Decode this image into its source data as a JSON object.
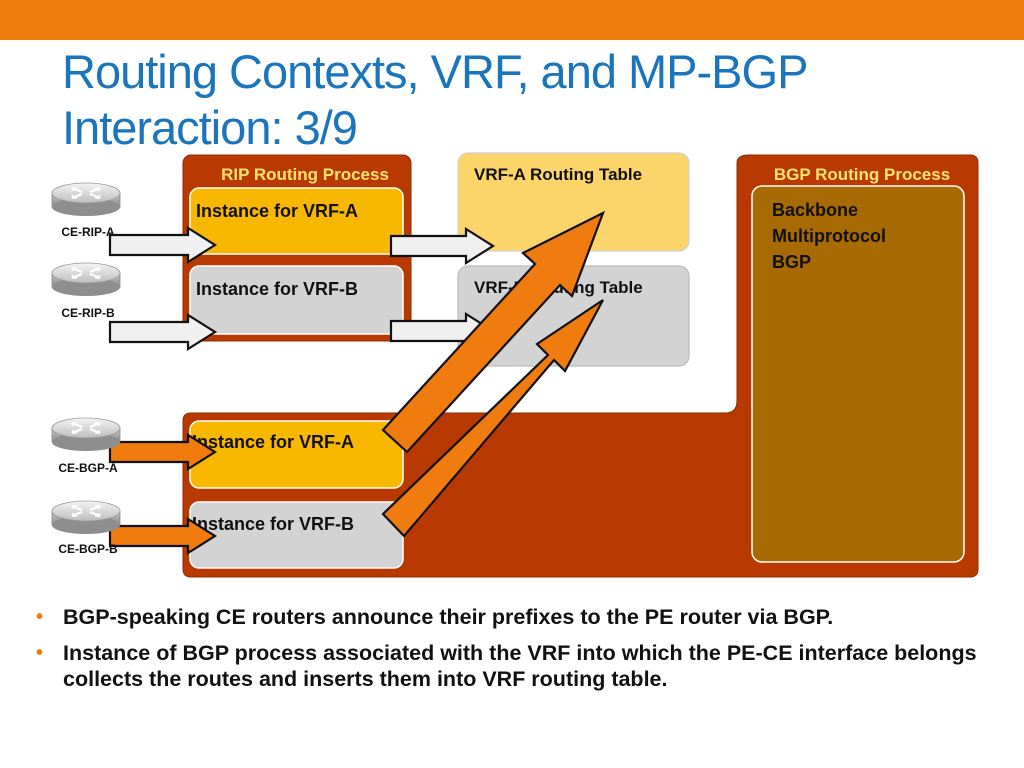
{
  "slide": {
    "title_line1": "Routing Contexts, VRF, and MP-BGP",
    "title_line2": "Interaction: 3/9"
  },
  "diagram": {
    "rip_process_label": "RIP Routing Process",
    "rip_instance_a": "Instance for VRF-A",
    "rip_instance_b": "Instance for VRF-B",
    "vrf_a_table": "VRF-A Routing Table",
    "vrf_b_table": "VRF-B Routing Table",
    "bgp_process_label": "BGP Routing Process",
    "backbone_line1": "Backbone",
    "backbone_line2": "Multiprotocol",
    "backbone_line3": "BGP",
    "bgp_instance_a": "Instance for VRF-A",
    "bgp_instance_b": "Instance for VRF-B",
    "routers": {
      "ce_rip_a": "CE-RIP-A",
      "ce_rip_b": "CE-RIP-B",
      "ce_bgp_a": "CE-BGP-A",
      "ce_bgp_b": "CE-BGP-B"
    }
  },
  "bullets": [
    "BGP-speaking CE routers announce their prefixes to the PE router via BGP.",
    "Instance of BGP process associated with the VRF into which the PE-CE interface belongs collects the routes and inserts them into VRF routing table."
  ],
  "colors": {
    "accent_bar": "#ee7d0e",
    "title": "#1a75bc",
    "process_red": "#b83a02",
    "instance_gold": "#f9b800",
    "instance_gray": "#d3d3d3",
    "vrf_a_table_fill": "#fcd56a",
    "backbone_brown": "#a86a02",
    "arrow_orange": "#f07c0f",
    "arrow_white": "#f0f0f0",
    "label_yellow": "#ffe36e"
  }
}
